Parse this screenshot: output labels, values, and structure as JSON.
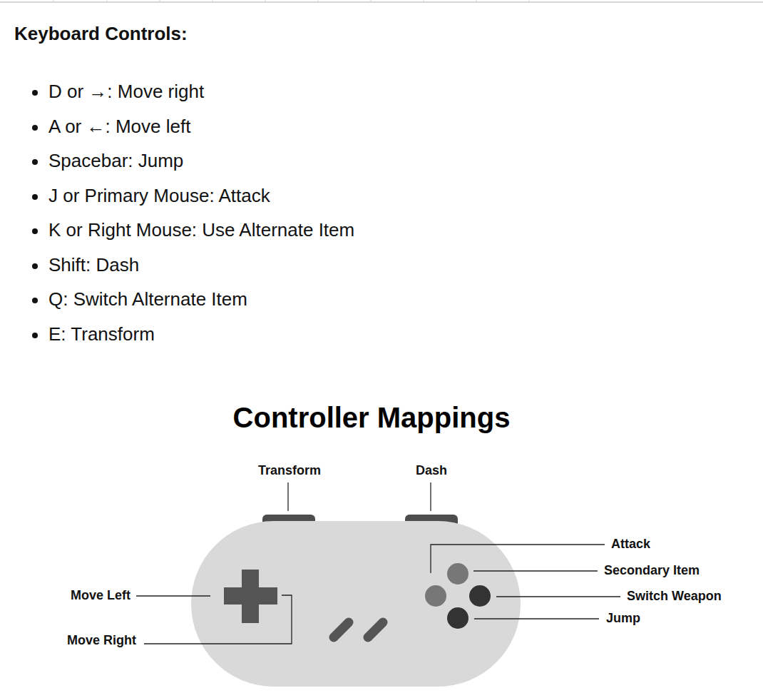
{
  "diagram": {
    "title": "Controller Mappings",
    "labels": [
      "Keyboard Controls:",
      "D or →: Move right",
      "A or ←: Move left",
      "Spacebar: Jump",
      "J or Primary Mouse: Attack",
      "K or Right Mouse: Use Alternate Item",
      "Shift: Dash",
      "Q: Switch Alternate Item",
      "E: Transform",
      "Transform",
      "Dash",
      "Attack",
      "Secondary Item",
      "Switch Weapon",
      "Jump",
      "Move Left",
      "Move Right"
    ]
  }
}
